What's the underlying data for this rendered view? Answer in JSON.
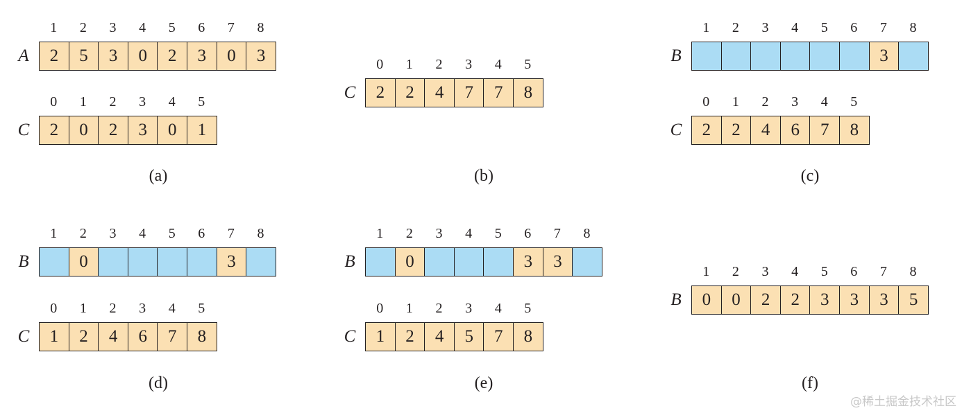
{
  "panels": [
    {
      "caption": "(a)",
      "arrays": [
        {
          "name": "A",
          "indices": [
            "1",
            "2",
            "3",
            "4",
            "5",
            "6",
            "7",
            "8"
          ],
          "cells": [
            "2",
            "5",
            "3",
            "0",
            "2",
            "3",
            "0",
            "3"
          ]
        },
        {
          "name": "C",
          "indices": [
            "0",
            "1",
            "2",
            "3",
            "4",
            "5"
          ],
          "cells": [
            "2",
            "0",
            "2",
            "3",
            "0",
            "1"
          ]
        }
      ]
    },
    {
      "caption": "(b)",
      "arrays": [
        {
          "name": "C",
          "indices": [
            "0",
            "1",
            "2",
            "3",
            "4",
            "5"
          ],
          "cells": [
            "2",
            "2",
            "4",
            "7",
            "7",
            "8"
          ]
        }
      ]
    },
    {
      "caption": "(c)",
      "arrays": [
        {
          "name": "B",
          "indices": [
            "1",
            "2",
            "3",
            "4",
            "5",
            "6",
            "7",
            "8"
          ],
          "cells": [
            "",
            "",
            "",
            "",
            "",
            "",
            "3",
            ""
          ]
        },
        {
          "name": "C",
          "indices": [
            "0",
            "1",
            "2",
            "3",
            "4",
            "5"
          ],
          "cells": [
            "2",
            "2",
            "4",
            "6",
            "7",
            "8"
          ]
        }
      ]
    },
    {
      "caption": "(d)",
      "arrays": [
        {
          "name": "B",
          "indices": [
            "1",
            "2",
            "3",
            "4",
            "5",
            "6",
            "7",
            "8"
          ],
          "cells": [
            "",
            "0",
            "",
            "",
            "",
            "",
            "3",
            ""
          ]
        },
        {
          "name": "C",
          "indices": [
            "0",
            "1",
            "2",
            "3",
            "4",
            "5"
          ],
          "cells": [
            "1",
            "2",
            "4",
            "6",
            "7",
            "8"
          ]
        }
      ]
    },
    {
      "caption": "(e)",
      "arrays": [
        {
          "name": "B",
          "indices": [
            "1",
            "2",
            "3",
            "4",
            "5",
            "6",
            "7",
            "8"
          ],
          "cells": [
            "",
            "0",
            "",
            "",
            "",
            "3",
            "3",
            ""
          ]
        },
        {
          "name": "C",
          "indices": [
            "0",
            "1",
            "2",
            "3",
            "4",
            "5"
          ],
          "cells": [
            "1",
            "2",
            "4",
            "5",
            "7",
            "8"
          ]
        }
      ]
    },
    {
      "caption": "(f)",
      "arrays": [
        {
          "name": "B",
          "indices": [
            "1",
            "2",
            "3",
            "4",
            "5",
            "6",
            "7",
            "8"
          ],
          "cells": [
            "0",
            "0",
            "2",
            "2",
            "3",
            "3",
            "3",
            "5"
          ]
        }
      ]
    }
  ],
  "colors": {
    "filled": "#fbe0b3",
    "empty": "#abdcf4",
    "border": "#231f20"
  },
  "watermark": "@稀土掘金技术社区"
}
